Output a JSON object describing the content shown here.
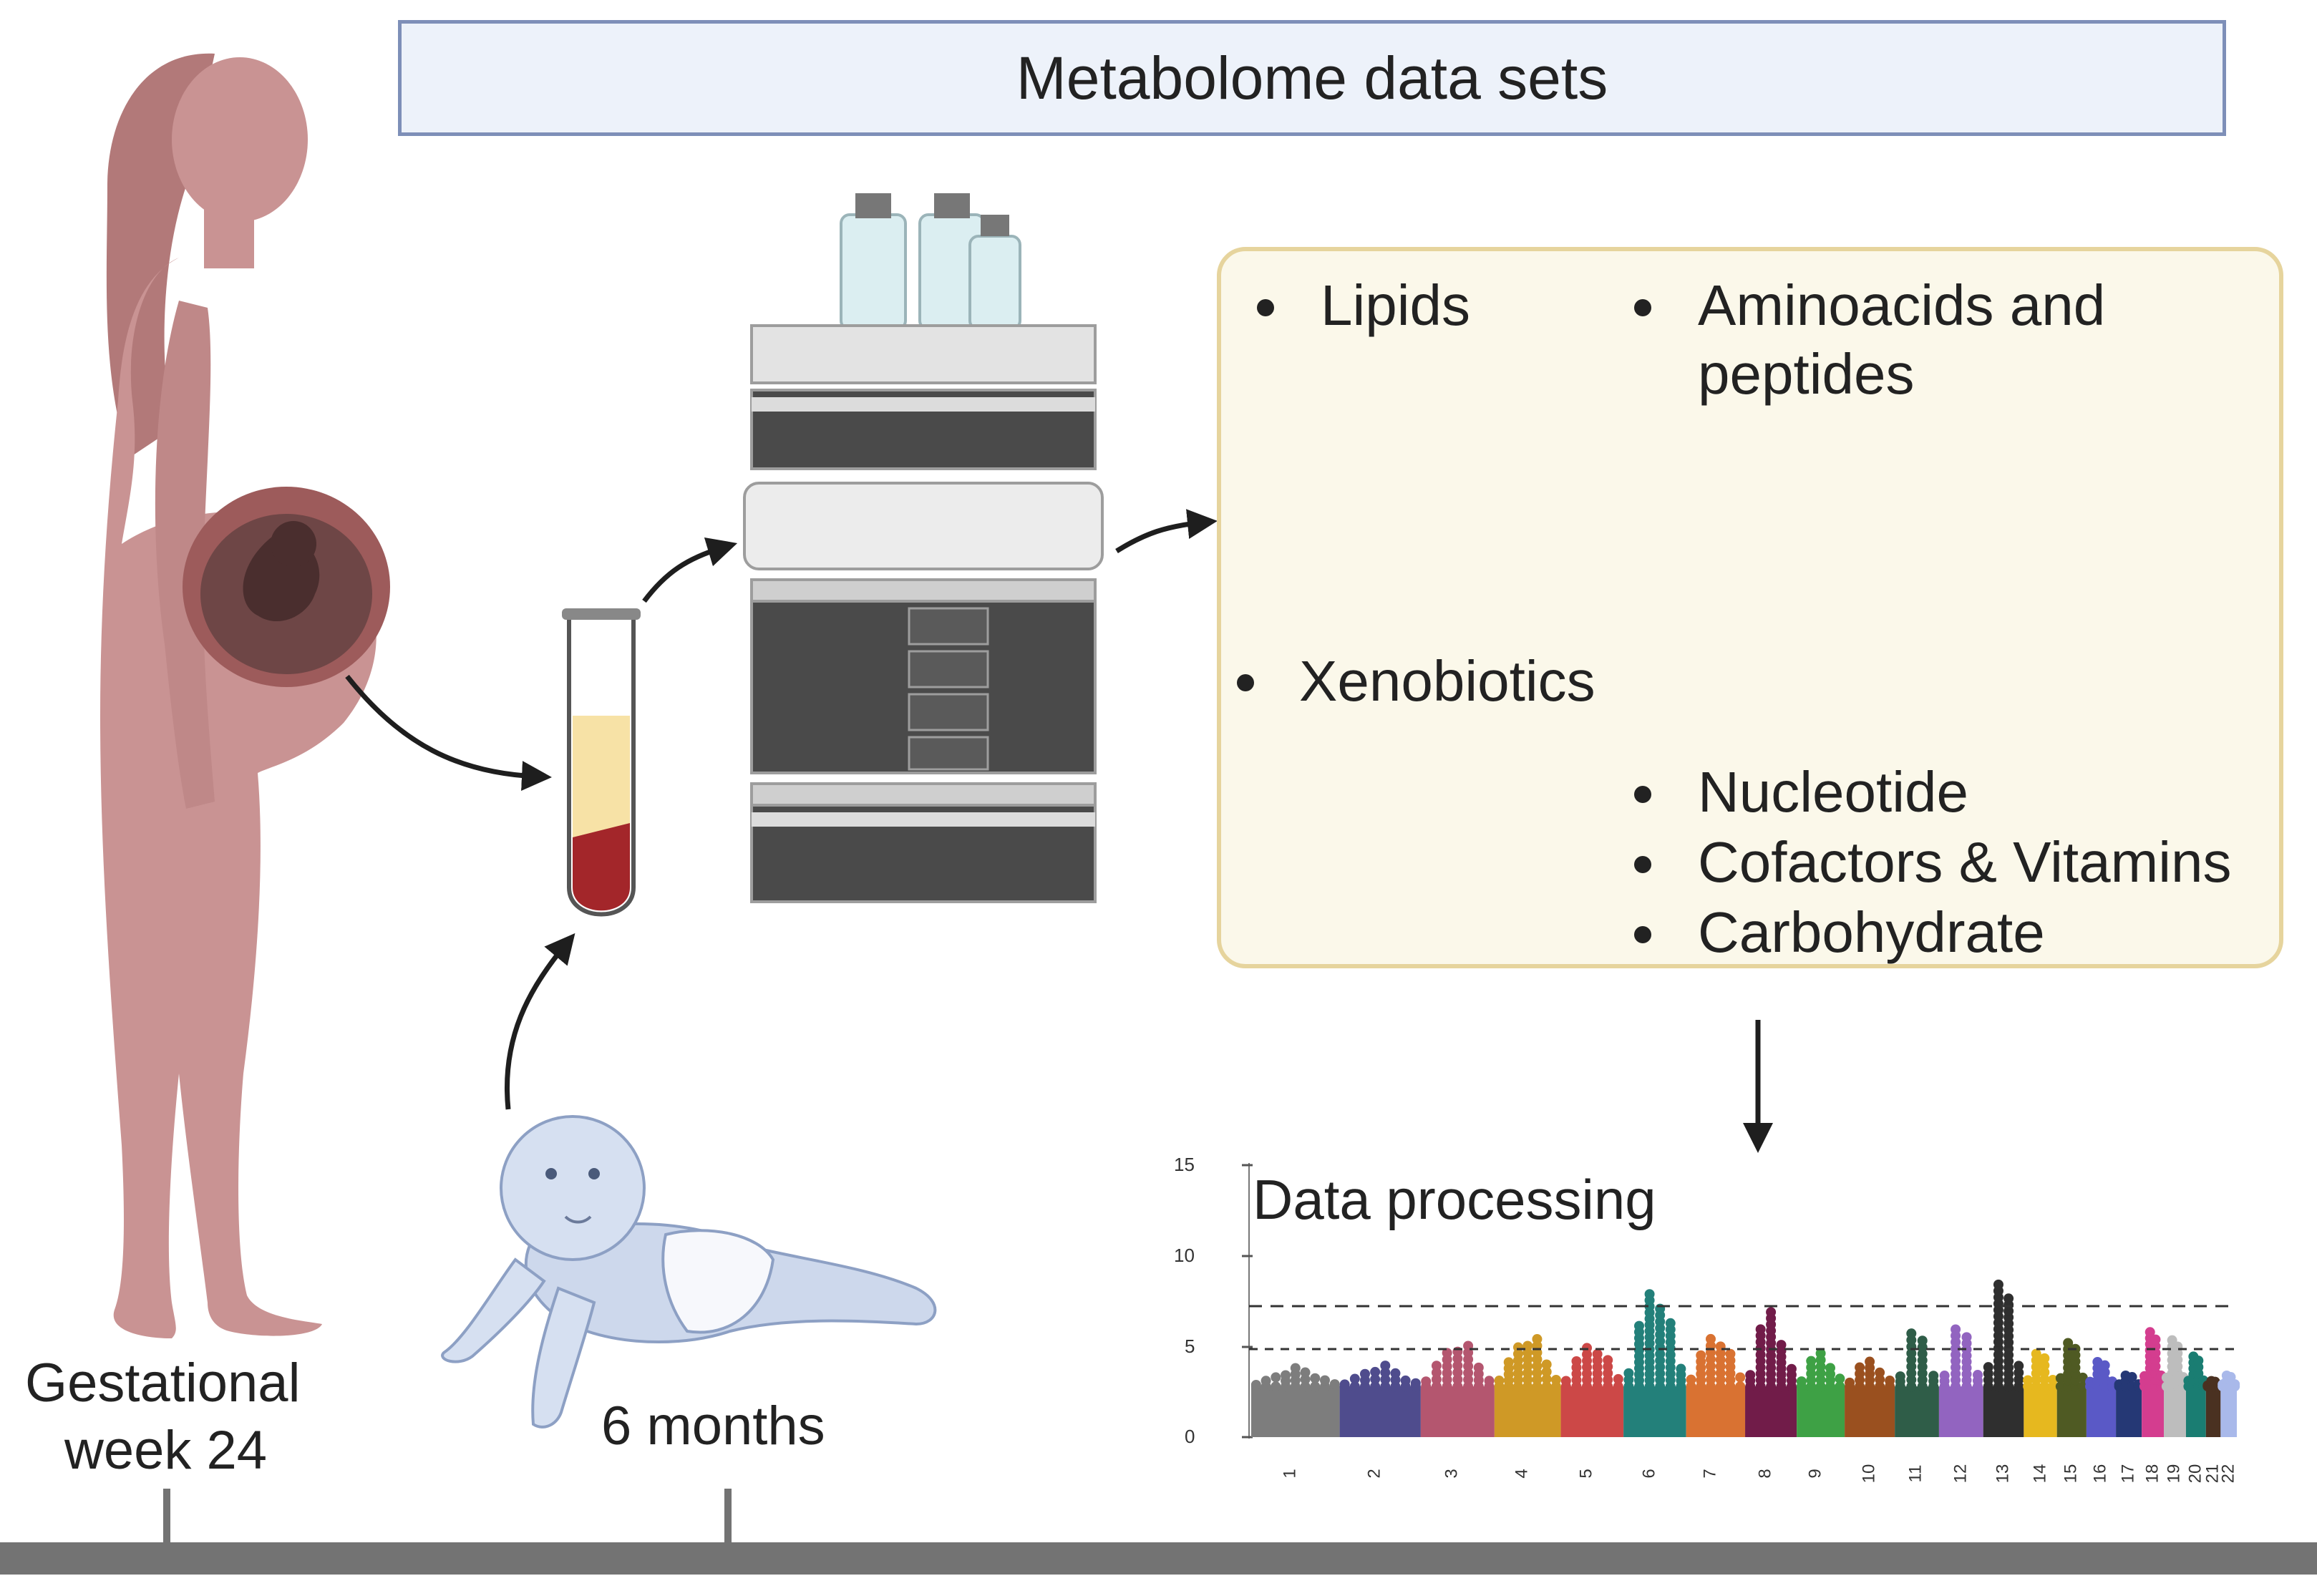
{
  "title": "Metabolome data sets",
  "timepoints": {
    "gestational_line1": "Gestational",
    "gestational_line2": "week 24",
    "infant": "6 months"
  },
  "metabolite_classes": {
    "lipids": "Lipids",
    "amino_line1": "Aminoacids and",
    "amino_line2": "peptides",
    "xenobiotics": "Xenobiotics",
    "nucleotide": "Nucleotide",
    "cofactors": "Cofactors & Vitamins",
    "carbohydrate": "Carbohydrate"
  },
  "data_processing_label": "Data processing",
  "manhattan": {
    "y_ticks": [
      "15",
      "10",
      "5",
      "0"
    ],
    "chromosomes": [
      "1",
      "2",
      "3",
      "4",
      "5",
      "6",
      "7",
      "8",
      "9",
      "10",
      "11",
      "12",
      "13",
      "14",
      "15",
      "16",
      "17",
      "18",
      "19",
      "20",
      "21",
      "22"
    ]
  },
  "colors": {
    "mother_skin": "#c99393",
    "panel_fill": "#fbf8ea",
    "panel_border": "#e6d49d",
    "title_fill": "#edf2fa",
    "title_border": "#7e8fb8",
    "lipid_head": "#f6ad1f",
    "xenobiotic": "#2f5a7a",
    "timeline": "#737373",
    "plasma": "#f7e2a6",
    "blood": "#a3262a",
    "chromosome_palette": [
      "#7d7d7d",
      "#4f4c8d",
      "#b4566f",
      "#cf9926",
      "#cc4847",
      "#23807a",
      "#d97232",
      "#711c49",
      "#3ea145",
      "#9a501f",
      "#2f5d48",
      "#9264c0",
      "#2f2f2f",
      "#e6b81f",
      "#4f5a23",
      "#5a59c6",
      "#253875",
      "#d43d8f",
      "#bdbdbd",
      "#1a7d72",
      "#4a3121",
      "#a9b9ea"
    ]
  }
}
